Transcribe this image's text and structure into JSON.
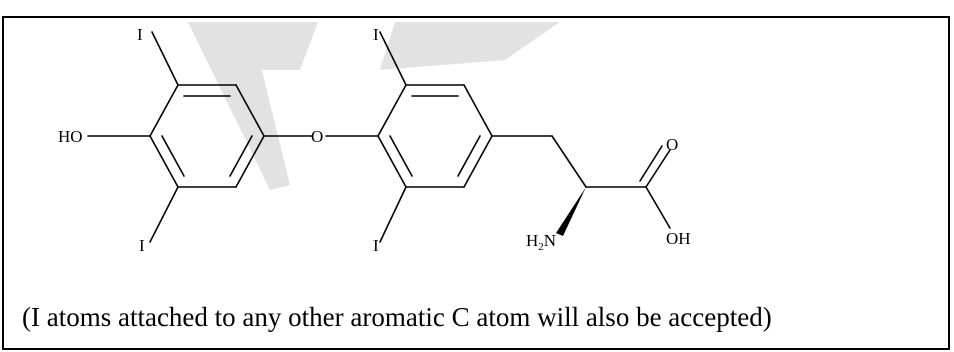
{
  "molecule": {
    "atoms": {
      "iodine_top_left": "I",
      "iodine_bottom_left": "I",
      "iodine_top_right": "I",
      "iodine_bottom_right": "I",
      "hydroxyl": "HO",
      "ether_oxygen": "O",
      "carbonyl_oxygen": "O",
      "acid_hydroxyl": "OH",
      "amine_h": "H",
      "amine_sub": "2",
      "amine_n": "N"
    }
  },
  "note": "(I atoms attached to any other aromatic C atom will also be accepted)",
  "colors": {
    "ink": "#000000",
    "watermark": "#e2e2e2"
  }
}
